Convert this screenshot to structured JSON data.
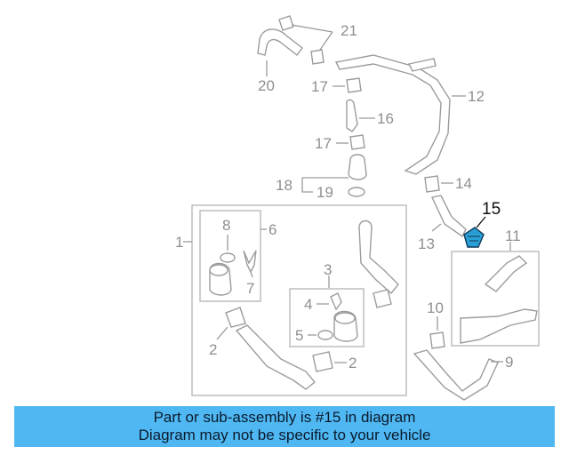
{
  "caption": {
    "line1": "Part or sub-assembly is #15 in diagram",
    "line2": "Diagram may not be specific to your vehicle",
    "background": "#4fb8f2"
  },
  "highlight": {
    "part_number": "15",
    "color": "#2a9fd6"
  },
  "callouts": {
    "n1": "1",
    "n2a": "2",
    "n2b": "2",
    "n3": "3",
    "n4": "4",
    "n5": "5",
    "n6": "6",
    "n7": "7",
    "n8": "8",
    "n9": "9",
    "n10": "10",
    "n11": "11",
    "n12": "12",
    "n13": "13",
    "n14": "14",
    "n15": "15",
    "n16": "16",
    "n17a": "17",
    "n17b": "17",
    "n18": "18",
    "n19": "19",
    "n20": "20",
    "n21": "21"
  }
}
